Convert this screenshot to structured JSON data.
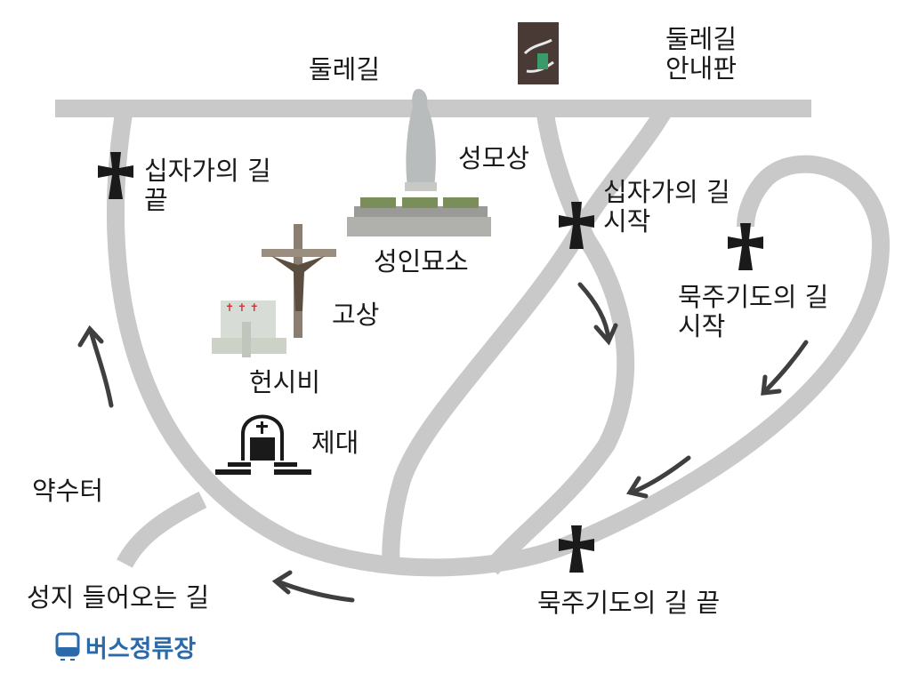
{
  "labels": {
    "dulle_top": "둘레길",
    "dulle_sign_1": "둘레길",
    "dulle_sign_2": "안내판",
    "cross_way_end_1": "십자가의 길",
    "cross_way_end_2": "끝",
    "mary_statue": "성모상",
    "saints_tomb": "성인묘소",
    "cross_way_start_1": "십자가의 길",
    "cross_way_start_2": "시작",
    "crucifix": "고상",
    "rosary_start_1": "묵주기도의 길",
    "rosary_start_2": "시작",
    "memorial": "헌시비",
    "altar": "제대",
    "spring": "약수터",
    "entrance": "성지 들어오는 길",
    "rosary_end": "묵주기도의 길 끝",
    "bus_stop": "버스정류장"
  },
  "colors": {
    "road": "#c9c9c9",
    "arrow": "#3f3f3f",
    "icon": "#1a1a1a",
    "bus": "#2a6aa8"
  }
}
